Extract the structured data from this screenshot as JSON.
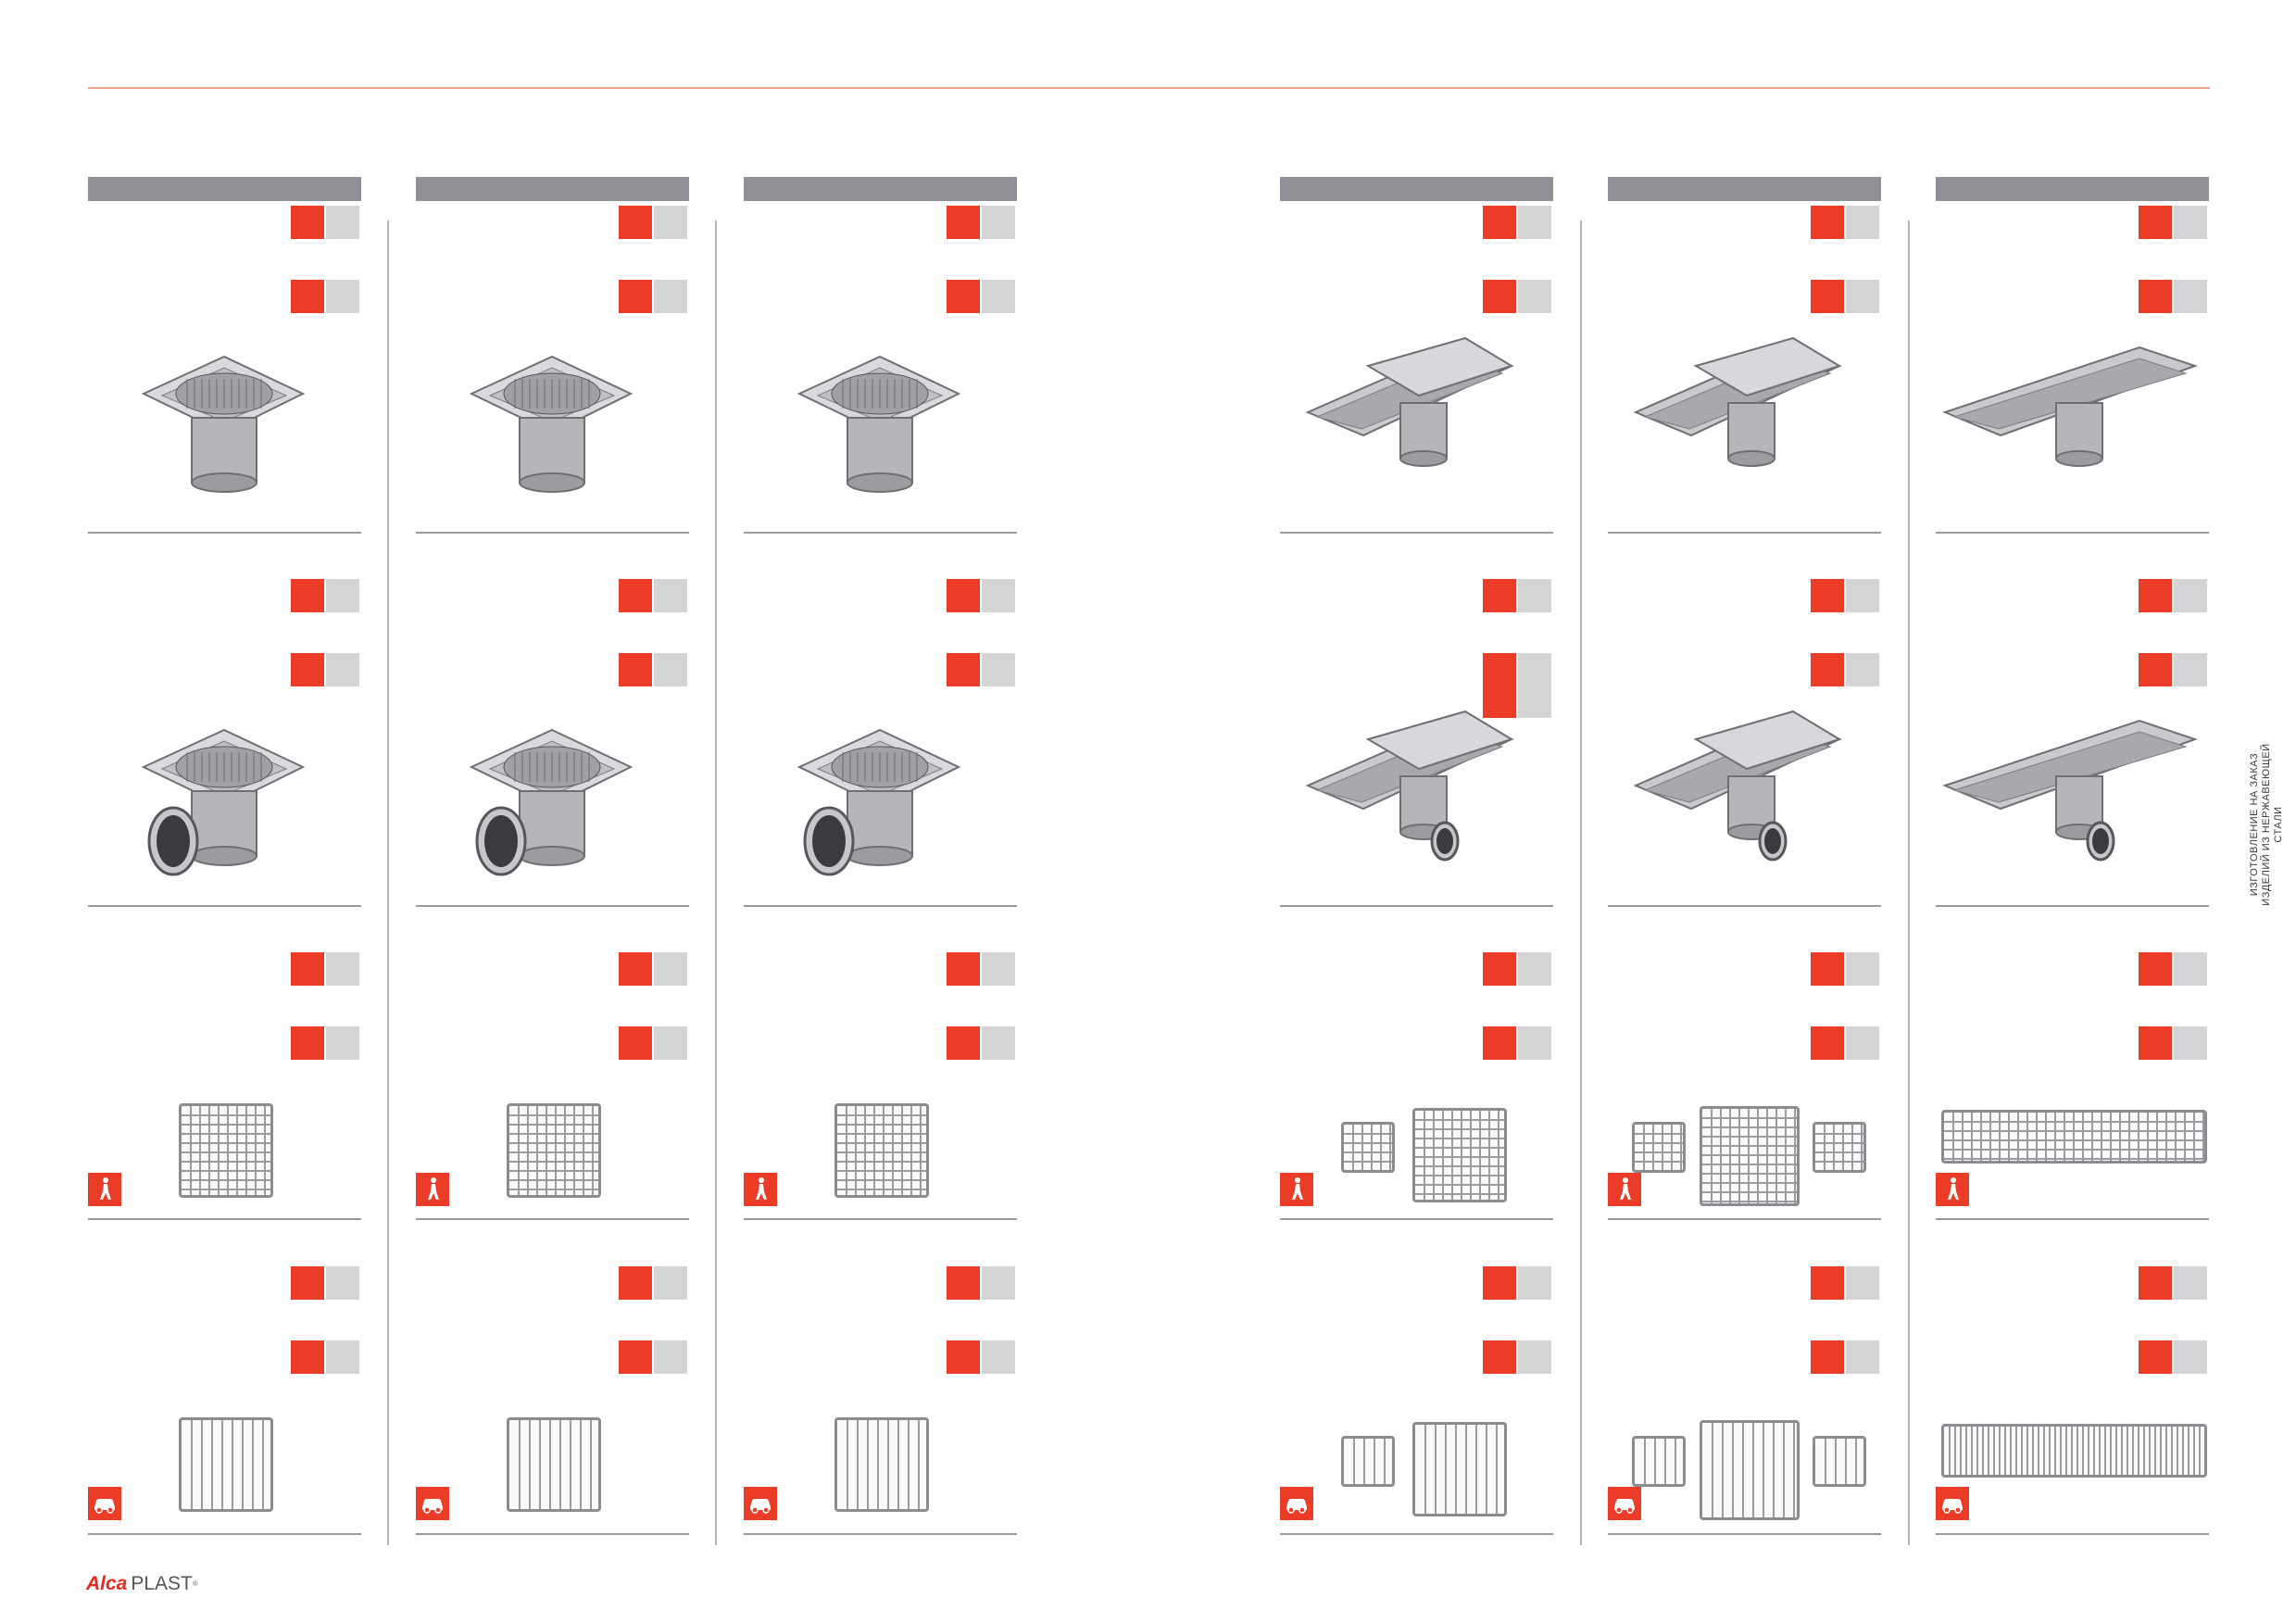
{
  "brand": {
    "name": "Alca",
    "suffix": "PLAST",
    "mark": "®"
  },
  "side_note": "ИЗГОТОВЛЕНИЕ НА ЗАКАЗ ИЗДЕЛИЙ ИЗ НЕРЖАВЕЮЩЕЙ СТАЛИ",
  "colors": {
    "accent": "#ea3c26",
    "swatch_gray": "#d4d4d6",
    "header_bar": "#8f9095",
    "rule": "#e8a48c"
  },
  "icons": {
    "pedestrian": "pedestrian-icon",
    "car": "car-icon"
  },
  "columns": [
    {
      "type": "square-drain-round-grate",
      "swatch_groups": [
        2,
        2,
        2,
        2
      ]
    },
    {
      "type": "square-drain-split-grate",
      "swatch_groups": [
        2,
        2,
        2,
        2
      ]
    },
    {
      "type": "square-drain-large",
      "swatch_groups": [
        2,
        2,
        2,
        2
      ]
    },
    {
      "type": "channel-drain-short",
      "swatch_groups": [
        2,
        3,
        2,
        2
      ]
    },
    {
      "type": "channel-drain-medium",
      "swatch_groups": [
        2,
        2,
        2,
        2
      ]
    },
    {
      "type": "channel-drain-long",
      "swatch_groups": [
        2,
        2,
        2,
        2
      ]
    }
  ]
}
